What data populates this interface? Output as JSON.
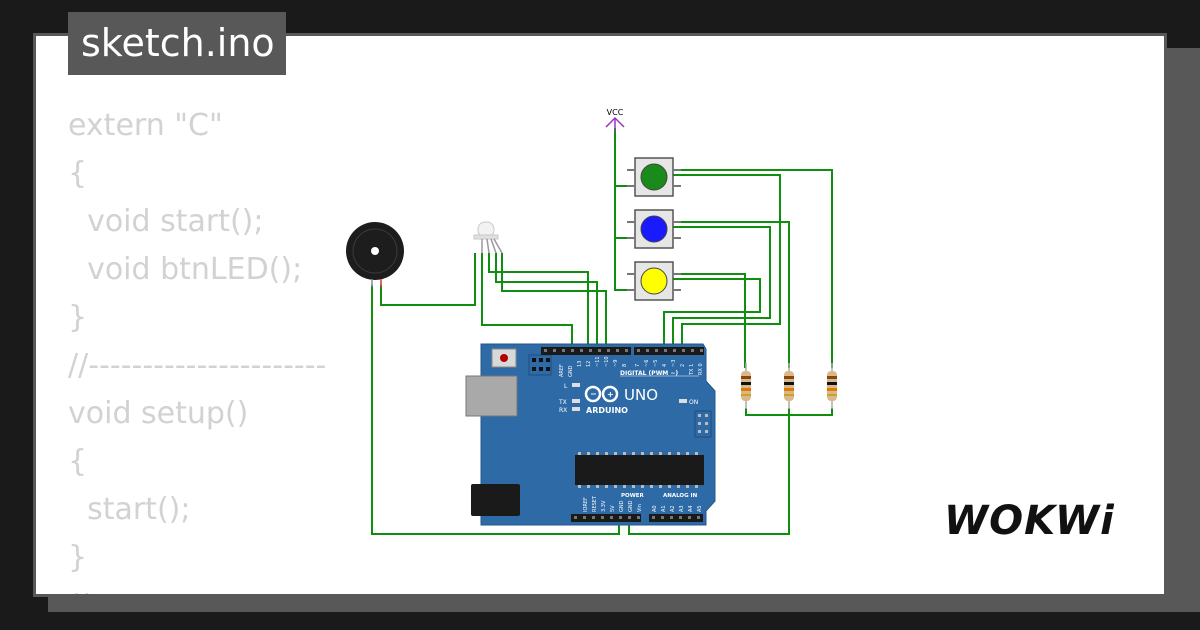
{
  "file": {
    "name": "sketch.ino"
  },
  "code": {
    "lines": [
      "extern \"C\"",
      "{",
      "  void start();",
      "  void btnLED();",
      "}",
      "//----------------------",
      "void setup()",
      "{",
      "  start();",
      "}",
      "//"
    ]
  },
  "diagram": {
    "vcc_label": "VCC",
    "buttons": [
      {
        "name": "green",
        "color": "#1a8a1a"
      },
      {
        "name": "blue",
        "color": "#1a1aff"
      },
      {
        "name": "yellow",
        "color": "#ffff00"
      }
    ],
    "board": {
      "brand": "ARDUINO",
      "model": "UNO",
      "digital_label": "DIGITAL (PWM ~)",
      "power_label": "POWER",
      "analog_label": "ANALOG IN",
      "aref_label": "AREF",
      "gnd_label": "GND",
      "l_label": "L",
      "tx_label": "TX",
      "rx_label": "RX",
      "on_label": "ON",
      "digital_pins": [
        "13",
        "12",
        "~11",
        "~10",
        "~9",
        "8",
        "7",
        "~6",
        "~5",
        "4",
        "~3",
        "2",
        "TX 1",
        "RX 0"
      ],
      "power_pins": [
        "IOREF",
        "RESET",
        "3.3V",
        "5V",
        "GND",
        "GND",
        "Vin"
      ],
      "analog_pins": [
        "A0",
        "A1",
        "A2",
        "A3",
        "A4",
        "A5"
      ]
    },
    "wire_color": "#108e10"
  },
  "brand": {
    "logo_text": "WOKWi"
  },
  "colors": {
    "page_bg": "#1a1a1a",
    "frame": "#585858",
    "code_text": "#d2d2d2",
    "board_blue": "#2d6aa6"
  }
}
